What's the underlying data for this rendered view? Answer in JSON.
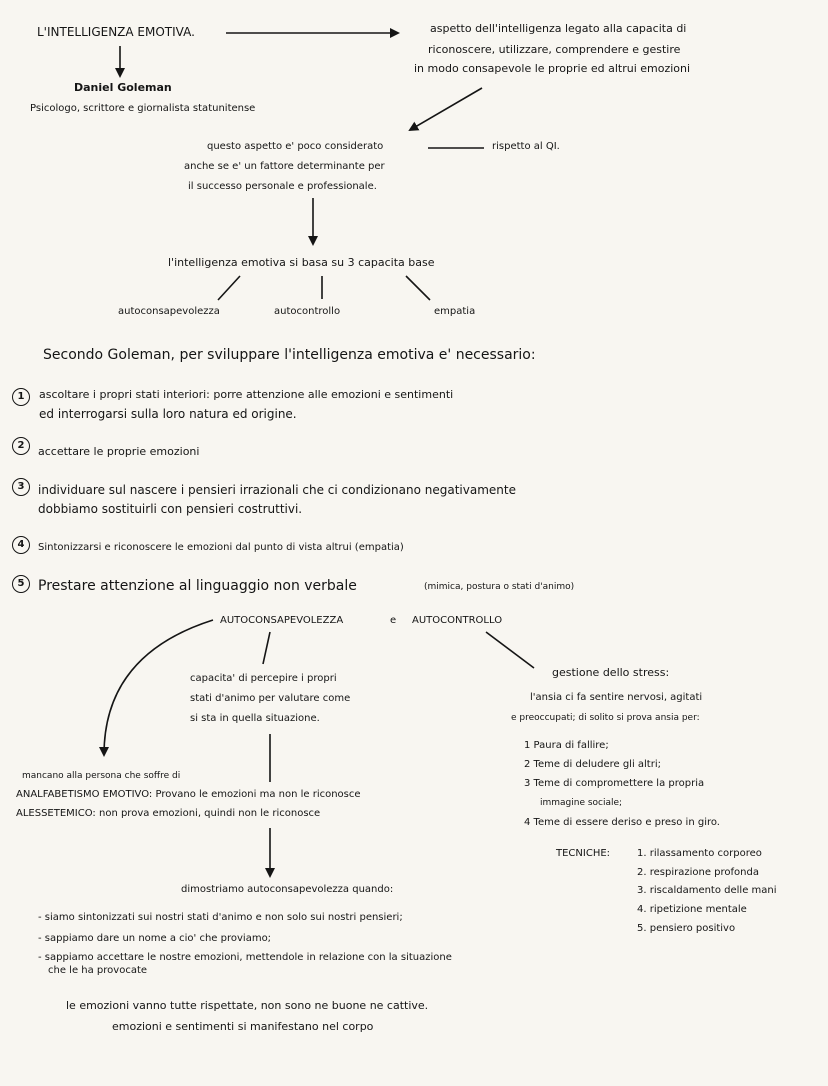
{
  "header": {
    "title": "L'INTELLIGENZA EMOTIVA.",
    "author": "Daniel Goleman",
    "author_desc": "Psicologo, scrittore e giornalista statunitense",
    "definition": [
      "aspetto dell'intelligenza legato alla capacita di",
      "riconoscere, utilizzare, comprendere e gestire",
      "in modo consapevole le proprie ed altrui emozioni"
    ]
  },
  "considered": {
    "lines": [
      "questo aspetto e' poco considerato",
      "anche se e' un fattore determinante per",
      "il successo personale e professionale."
    ],
    "compare": "rispetto al QI."
  },
  "base": {
    "title": "l'intelligenza emotiva si basa su 3 capacita base",
    "items": [
      "autoconsapevolezza",
      "autocontrollo",
      "empatia"
    ]
  },
  "goleman": {
    "heading": "Secondo Goleman, per sviluppare l'intelligenza emotiva e' necessario:",
    "steps": [
      {
        "n": "1",
        "lines": [
          "ascoltare i propri stati interiori: porre attenzione alle emozioni e sentimenti",
          "ed interrogarsi sulla loro natura ed origine."
        ]
      },
      {
        "n": "2",
        "lines": [
          "accettare le proprie emozioni"
        ]
      },
      {
        "n": "3",
        "lines": [
          "individuare sul nascere i pensieri irrazionali che ci condizionano negativamente",
          "dobbiamo sostituirli con pensieri costruttivi."
        ]
      },
      {
        "n": "4",
        "lines": [
          "Sintonizzarsi e riconoscere le emozioni dal punto di vista altrui (empatia)"
        ]
      },
      {
        "n": "5",
        "main": "Prestare attenzione al linguaggio non verbale",
        "note": "(mimica, postura o stati d'animo)"
      }
    ]
  },
  "auto": {
    "title_a": "AUTOCONSAPEVOLEZZA",
    "title_and": "e",
    "title_b": "AUTOCONTROLLO",
    "capacity": [
      "capacita' di percepire i propri",
      "stati d'animo per valutare come",
      "si sta in quella situazione."
    ],
    "missing": {
      "intro": "mancano alla persona che soffre di",
      "anal_term": "ANALFABETISMO EMOTIVO:",
      "anal_desc": "Provano le emozioni ma non le riconosce",
      "ales_term": "ALESSETEMICO:",
      "ales_desc": "non prova emozioni, quindi non le riconosce"
    },
    "demonstrate": {
      "title": "dimostriamo autoconsapevolezza quando:",
      "items": [
        "- siamo sintonizzati sui nostri stati d'animo e non solo sui nostri pensieri;",
        "- sappiamo dare un nome a cio' che proviamo;",
        "- sappiamo accettare le nostre emozioni, mettendole in relazione con la situazione",
        "che le ha provocate"
      ]
    },
    "closing": [
      "le emozioni vanno tutte rispettate, non sono ne buone ne cattive.",
      "emozioni e sentimenti si manifestano nel corpo"
    ]
  },
  "stress": {
    "title": "gestione dello stress:",
    "intro": [
      "l'ansia ci fa sentire nervosi, agitati",
      "e preoccupati; di solito si prova ansia per:"
    ],
    "causes": [
      "1 Paura di fallire;",
      "2 Teme di deludere gli altri;",
      "3 Teme di compromettere la propria",
      "immagine sociale;",
      "4 Teme di essere deriso e preso in giro."
    ],
    "tech_label": "TECNICHE:",
    "techniques": [
      "1. rilassamento corporeo",
      "2. respirazione profonda",
      "3. riscaldamento delle mani",
      "4. ripetizione mentale",
      "5. pensiero positivo"
    ]
  }
}
